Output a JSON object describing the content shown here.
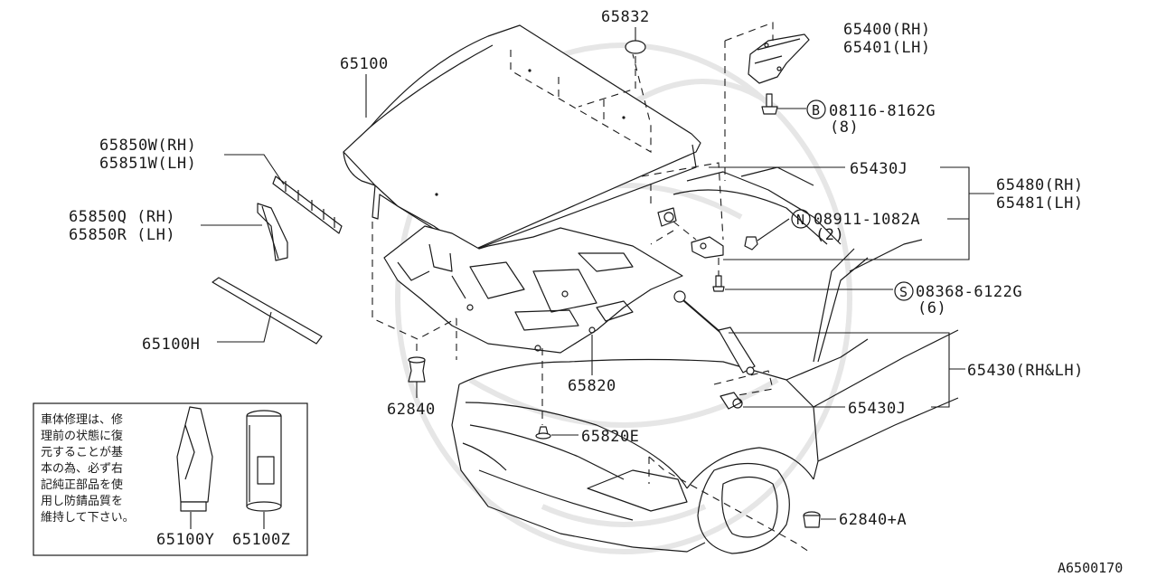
{
  "labels": {
    "hood": "65100",
    "hood_insulator_clip": "65832",
    "hinge_rh": "65400(RH)",
    "hinge_lh": "65401(LH)",
    "bolt_hinge": "08116-8162G",
    "bolt_hinge_qty": "(8)",
    "stay_lock_j_top": "65430J",
    "hood_stay_rh": "65480(RH)",
    "hood_stay_lh": "65481(LH)",
    "nut": "08911-1082A",
    "nut_qty": "(2)",
    "screw": "08368-6122G",
    "screw_qty": "(6)",
    "stay_rh_lh": "65430(RH&LH)",
    "stay_lock_j_bottom": "65430J",
    "rubber_bumper_a": "62840+A",
    "insulator_clip": "65820E",
    "insulator": "65820",
    "bumper": "62840",
    "seal": "65100H",
    "seal_q_rh": "65850Q (RH)",
    "seal_r_lh": "65850R (LH)",
    "seal_w_rh": "65850W(RH)",
    "seal_w_lh": "65851W(LH)",
    "touch_up_paint": "65100Y",
    "spray_can": "65100Z",
    "diagram_id": "A6500170"
  },
  "markers": {
    "bolt": "B",
    "nut": "N",
    "screw": "S"
  },
  "note_lines": [
    "車体修理は、修",
    "理前の状態に復",
    "元することが基",
    "本の為、必ず右",
    "記純正部品を使",
    "用し防錆品質を",
    "維持して下さい。"
  ]
}
